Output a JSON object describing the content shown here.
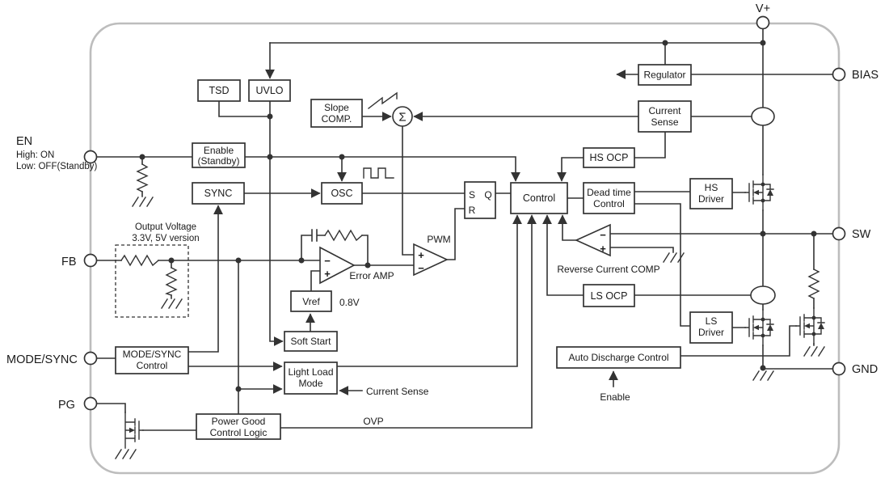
{
  "pins": {
    "vplus": "V+",
    "bias": "BIAS",
    "sw": "SW",
    "gnd": "GND",
    "en": "EN",
    "en_note1": "High: ON",
    "en_note2": "Low: OFF(Standby)",
    "fb": "FB",
    "mode_sync": "MODE/SYNC",
    "pg": "PG"
  },
  "blocks": {
    "tsd": "TSD",
    "uvlo": "UVLO",
    "slope_comp": [
      "Slope",
      "COMP."
    ],
    "enable": [
      "Enable",
      "(Standby)"
    ],
    "sync": "SYNC",
    "osc": "OSC",
    "regulator": "Regulator",
    "current_sense": [
      "Current",
      "Sense"
    ],
    "hs_ocp": "HS OCP",
    "control": "Control",
    "dead_time": [
      "Dead time",
      "Control"
    ],
    "hs_driver": [
      "HS",
      "Driver"
    ],
    "ls_ocp": "LS OCP",
    "ls_driver": [
      "LS",
      "Driver"
    ],
    "auto_discharge": "Auto Discharge Control",
    "vref": "Vref",
    "soft_start": "Soft Start",
    "light_load": [
      "Light Load",
      "Mode"
    ],
    "mode_sync_control": [
      "MODE/SYNC",
      "Control"
    ],
    "power_good": [
      "Power Good",
      "Control Logic"
    ]
  },
  "latch": {
    "s": "S",
    "q": "Q",
    "r": "R"
  },
  "annotations": {
    "pwm": "PWM",
    "error_amp": "Error AMP",
    "vref_value": "0.8V",
    "reverse_current_comp": "Reverse Current COMP",
    "current_sense": "Current Sense",
    "ovp": "OVP",
    "enable": "Enable",
    "output_voltage": [
      "Output Voltage",
      "3.3V, 5V version"
    ],
    "sigma": "Σ",
    "plus": "+",
    "minus": "−"
  },
  "colors": {
    "wire": "#333333",
    "boundary": "#bdbdbd",
    "text": "#1a1a1a",
    "background": "#ffffff"
  }
}
